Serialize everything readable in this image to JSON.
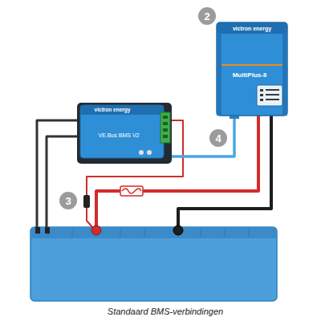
{
  "diagram": {
    "caption": "Standaard BMS-verbindingen",
    "nodes": [
      {
        "text": [
          "2"
        ]
      },
      {
        "text": [
          "3"
        ]
      },
      {
        "text": [
          "4"
        ]
      }
    ],
    "labels": [
      "victron energy",
      "MultiPlus-II",
      "victron energy",
      "VE.Bus BMS V2"
    ]
  }
}
